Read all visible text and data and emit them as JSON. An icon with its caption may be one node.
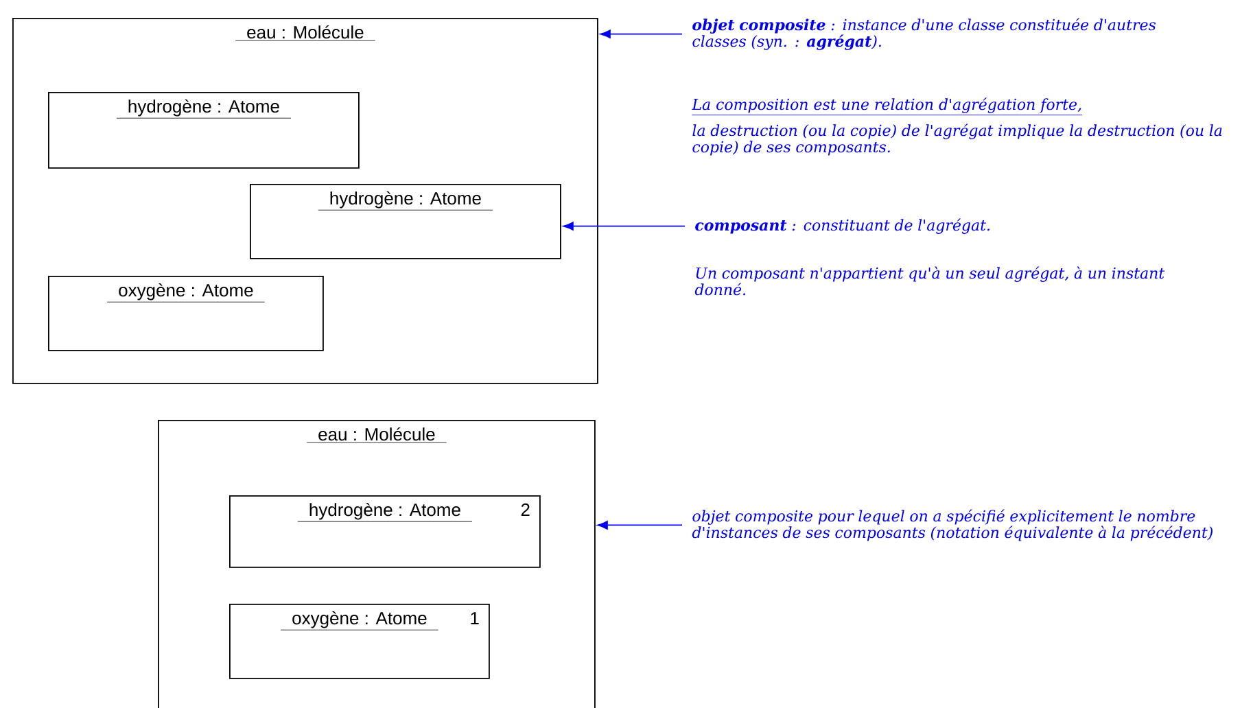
{
  "diagram": {
    "nodes": [
      {
        "text": [
          "eau : Molécule"
        ]
      },
      {
        "text": [
          "hydrogène : Atome"
        ],
        "in": 0
      },
      {
        "text": [
          "hydrogène : Atome"
        ],
        "in": 0
      },
      {
        "text": [
          "oxygène : Atome"
        ],
        "in": 0
      },
      {
        "text": [
          "**objet composite** : instance d'une classe constituée d'autres classes (syn. : **agrégat**)."
        ]
      },
      {
        "text": [
          "**composant** : constituant de l'agrégat."
        ]
      },
      {
        "text": [
          "eau : Molécule"
        ]
      },
      {
        "text": [
          "hydrogène : Atome",
          "2"
        ],
        "in": 6
      },
      {
        "text": [
          "oxygène : Atome",
          "1"
        ],
        "in": 6
      },
      {
        "text": [
          "objet composite pour lequel on a spécifié explicitement le nombre d'instances de ses composants (notation équivalente à la précédent)"
        ]
      }
    ],
    "edges": [
      {
        "from": 4,
        "to": 0,
        "arrow": "to"
      },
      {
        "from": 5,
        "to": 2,
        "arrow": "to"
      },
      {
        "from": 9,
        "to": 6,
        "arrow": "to"
      }
    ],
    "labels": [
      "La composition est une relation d'agrégation forte,",
      "la destruction (ou la copie) de l'agrégat implique la destruction (ou la copie) de ses composants.",
      "Un composant n'appartient qu'à un seul agrégat, à un instant donné."
    ]
  }
}
